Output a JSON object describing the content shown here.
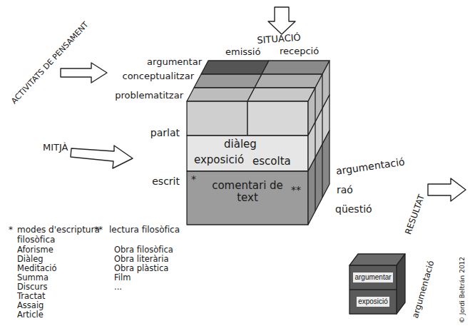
{
  "diagram": {
    "nodes": [
      {
        "text": [
          "diàleg",
          "exposició",
          "escolta",
          "comentari de text"
        ]
      },
      {
        "text": [
          "argumentar",
          "exposició"
        ]
      }
    ],
    "labels": [
      "ACTIVITATS DE PENSAMENT",
      "argumentar",
      "conceptualitzar",
      "problematitzar",
      "SITUACIÓ",
      "emissió",
      "recepció",
      "MITJÀ",
      "parlat",
      "escrit",
      "*",
      "**",
      "argumentació",
      "raó",
      "qüestió",
      "RESULTAT",
      "*",
      "modes d'escriptura filosòfica",
      "Aforisme",
      "Diàleg",
      "Meditació",
      "Summa",
      "Discurs",
      "Tractat",
      "Assaig",
      "Article",
      "**",
      "lectura filosòfica",
      "Obra filosòfica",
      "Obra literària",
      "Obra plàstica",
      "Film",
      "...",
      "argumentació",
      "© Jordi Beltrán 2012"
    ]
  }
}
